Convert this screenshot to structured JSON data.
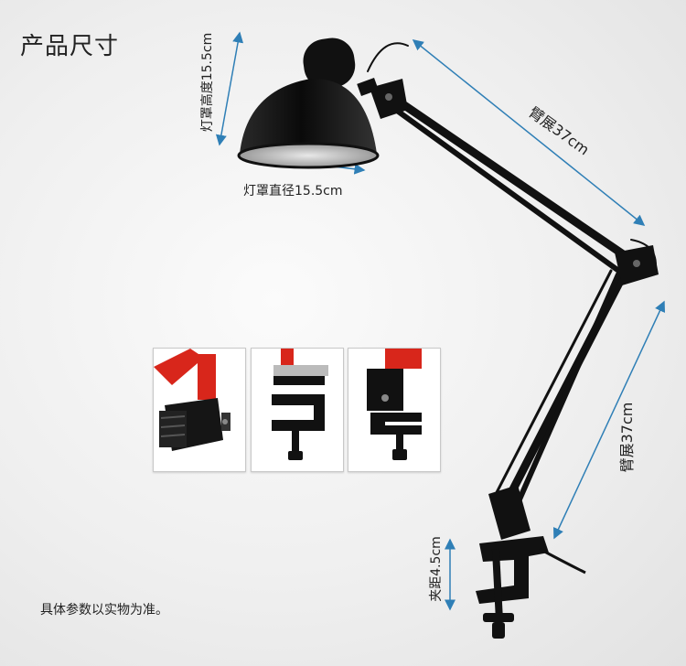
{
  "title": "产品尺寸",
  "labels": {
    "shade_height": "灯罩高度15.5cm",
    "shade_diameter": "灯罩直径15.5cm",
    "arm_upper": "臂展37cm",
    "arm_lower": "臂展37cm",
    "clamp_gap": "夹距4.5cm"
  },
  "note": "具体参数以实物为准。",
  "colors": {
    "dimension_line": "#2f7fb6",
    "lamp_body": "#111111",
    "clamp_accent": "#d8261b"
  },
  "thumbnails": [
    "clamp-angle-view",
    "clamp-front-view",
    "clamp-side-view"
  ]
}
